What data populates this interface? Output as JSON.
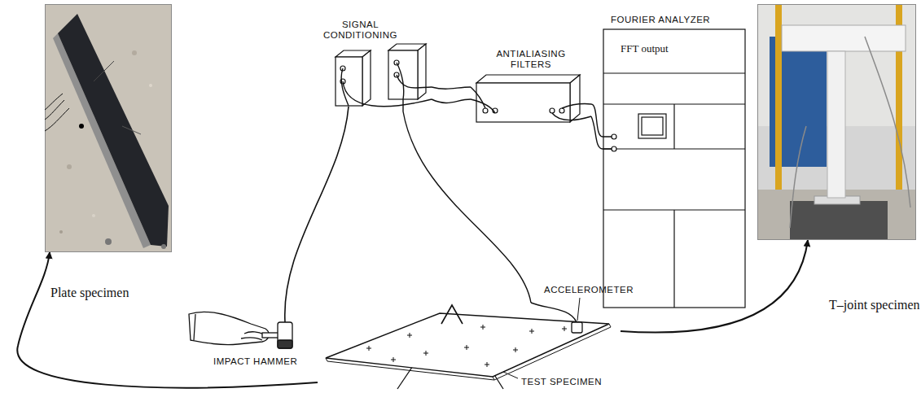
{
  "diagram": {
    "nodes": [
      {
        "text": [
          "Plate specimen"
        ]
      },
      {
        "text": [
          "SIGNAL CONDITIONING"
        ]
      },
      {
        "text": [
          "ANTIALIASING FILTERS"
        ]
      },
      {
        "text": [
          "FOURIER ANALYZER",
          "FFT output"
        ]
      },
      {
        "text": [
          "T–joint specimen"
        ]
      },
      {
        "text": [
          "TEST SPECIMEN"
        ]
      }
    ],
    "edges": [
      {
        "from": 5,
        "to": 0,
        "arrow": "to"
      },
      {
        "from": 5,
        "to": 4,
        "arrow": "to"
      },
      {
        "from": 5,
        "to": 1,
        "arrow": "none"
      },
      {
        "from": 1,
        "to": 2,
        "arrow": "none"
      },
      {
        "from": 2,
        "to": 3,
        "arrow": "none"
      }
    ],
    "labels": [
      "IMPACT HAMMER",
      "ACCELEROMETER"
    ]
  }
}
